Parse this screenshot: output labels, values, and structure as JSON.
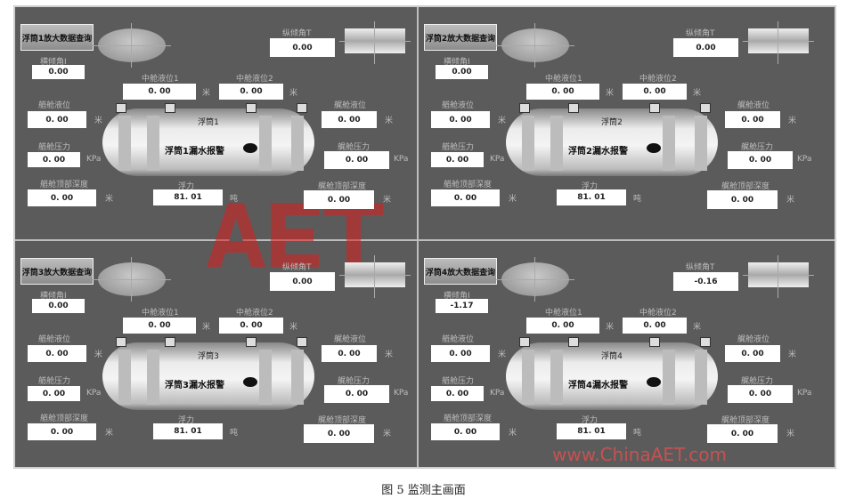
{
  "labels": {
    "heel": "横倾角I",
    "trim": "纵倾角T",
    "mid1": "中舱液位1",
    "mid2": "中舱液位2",
    "bow_level": "艏舱液位",
    "stern_level": "艉舱液位",
    "bow_pressure": "艏舱压力",
    "stern_pressure": "艉舱压力",
    "bow_depth": "艏舱顶部深度",
    "stern_depth": "艉舱顶部深度",
    "buoyancy": "浮力"
  },
  "units": {
    "m": "米",
    "kpa": "KPa",
    "ton": "吨"
  },
  "panels": [
    {
      "button": "浮筒1放大数据查询",
      "tank": "浮筒1",
      "alarm": "浮筒1漏水报警",
      "heel": "0.00",
      "trim": "0.00",
      "mid1": "0. 00",
      "mid2": "0. 00",
      "bow_level": "0. 00",
      "stern_level": "0. 00",
      "bow_pressure": "0. 00",
      "stern_pressure": "0. 00",
      "bow_depth": "0. 00",
      "stern_depth": "0. 00",
      "buoyancy": "81. 01"
    },
    {
      "button": "浮筒2放大数据查询",
      "tank": "浮筒2",
      "alarm": "浮筒2漏水报警",
      "heel": "0.00",
      "trim": "0.00",
      "mid1": "0. 00",
      "mid2": "0. 00",
      "bow_level": "0. 00",
      "stern_level": "0. 00",
      "bow_pressure": "0. 00",
      "stern_pressure": "0. 00",
      "bow_depth": "0. 00",
      "stern_depth": "0. 00",
      "buoyancy": "81. 01"
    },
    {
      "button": "浮筒3放大数据查询",
      "tank": "浮筒3",
      "alarm": "浮筒3漏水报警",
      "heel": "0.00",
      "trim": "0.00",
      "mid1": "0. 00",
      "mid2": "0. 00",
      "bow_level": "0. 00",
      "stern_level": "0. 00",
      "bow_pressure": "0. 00",
      "stern_pressure": "0. 00",
      "bow_depth": "0. 00",
      "stern_depth": "0. 00",
      "buoyancy": "81. 01"
    },
    {
      "button": "浮筒4放大数据查询",
      "tank": "浮筒4",
      "alarm": "浮筒4漏水报警",
      "heel": "-1.17",
      "trim": "-0.16",
      "mid1": "0. 00",
      "mid2": "0. 00",
      "bow_level": "0. 00",
      "stern_level": "0. 00",
      "bow_pressure": "0. 00",
      "stern_pressure": "0. 00",
      "bow_depth": "0. 00",
      "stern_depth": "0. 00",
      "buoyancy": "81. 01"
    }
  ],
  "watermark": {
    "logo": "AET",
    "url": "www.ChinaAET.com"
  },
  "caption": "图 5   监测主画面"
}
